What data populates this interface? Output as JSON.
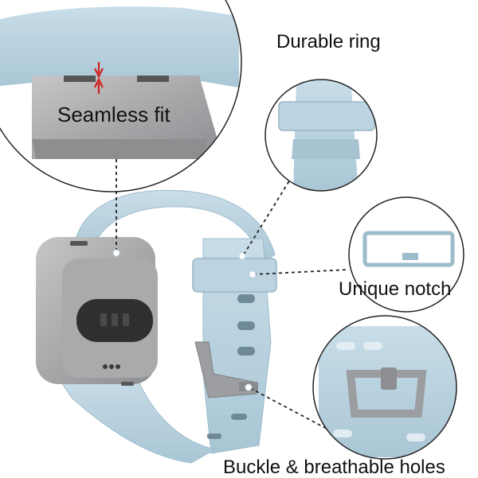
{
  "labels": {
    "seamless_fit": "Seamless fit",
    "durable_ring": "Durable ring",
    "unique_notch": "Unique notch",
    "buckle_holes": "Buckle & breathable holes"
  },
  "colors": {
    "band_light_blue": "#b9d3e0",
    "band_shadow": "#9ebccb",
    "watch_silver": "#a6a7a9",
    "sensor_dark": "#2f2f30",
    "callout_stroke": "#222222",
    "arrow_red": "#d21f1f"
  },
  "icons": {
    "arrow": "red-double-arrow-icon",
    "leader": "dashed-leader-line"
  }
}
